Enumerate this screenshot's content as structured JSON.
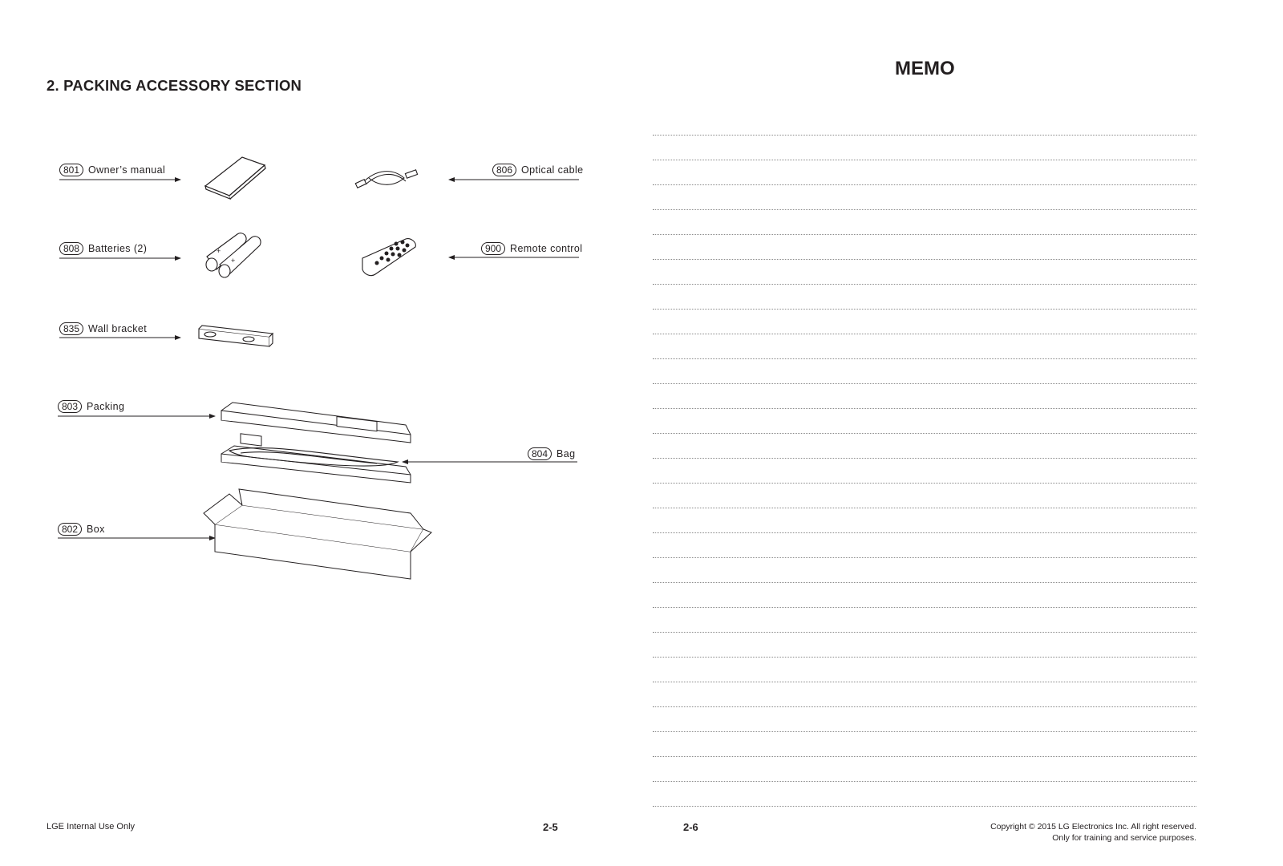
{
  "left_page": {
    "title": "2. PACKING ACCESSORY SECTION",
    "parts": [
      {
        "num": "801",
        "label": "Owner’s manual",
        "icon": "manual-icon"
      },
      {
        "num": "806",
        "label": "Optical cable",
        "icon": "optical-cable-icon"
      },
      {
        "num": "808",
        "label": "Batteries (2)",
        "icon": "batteries-icon"
      },
      {
        "num": "900",
        "label": "Remote control",
        "icon": "remote-control-icon"
      },
      {
        "num": "835",
        "label": "Wall bracket",
        "icon": "wall-bracket-icon"
      },
      {
        "num": "803",
        "label": "Packing",
        "icon": "packing-icon"
      },
      {
        "num": "804",
        "label": "Bag",
        "icon": "bag-icon"
      },
      {
        "num": "802",
        "label": "Box",
        "icon": "box-icon"
      }
    ],
    "footer": "LGE Internal Use Only",
    "page_number": "2-5"
  },
  "right_page": {
    "title": "MEMO",
    "page_number": "2-6",
    "copyright_line1": "Copyright © 2015 LG Electronics Inc. All right reserved.",
    "copyright_line2": "Only for training and service purposes."
  }
}
